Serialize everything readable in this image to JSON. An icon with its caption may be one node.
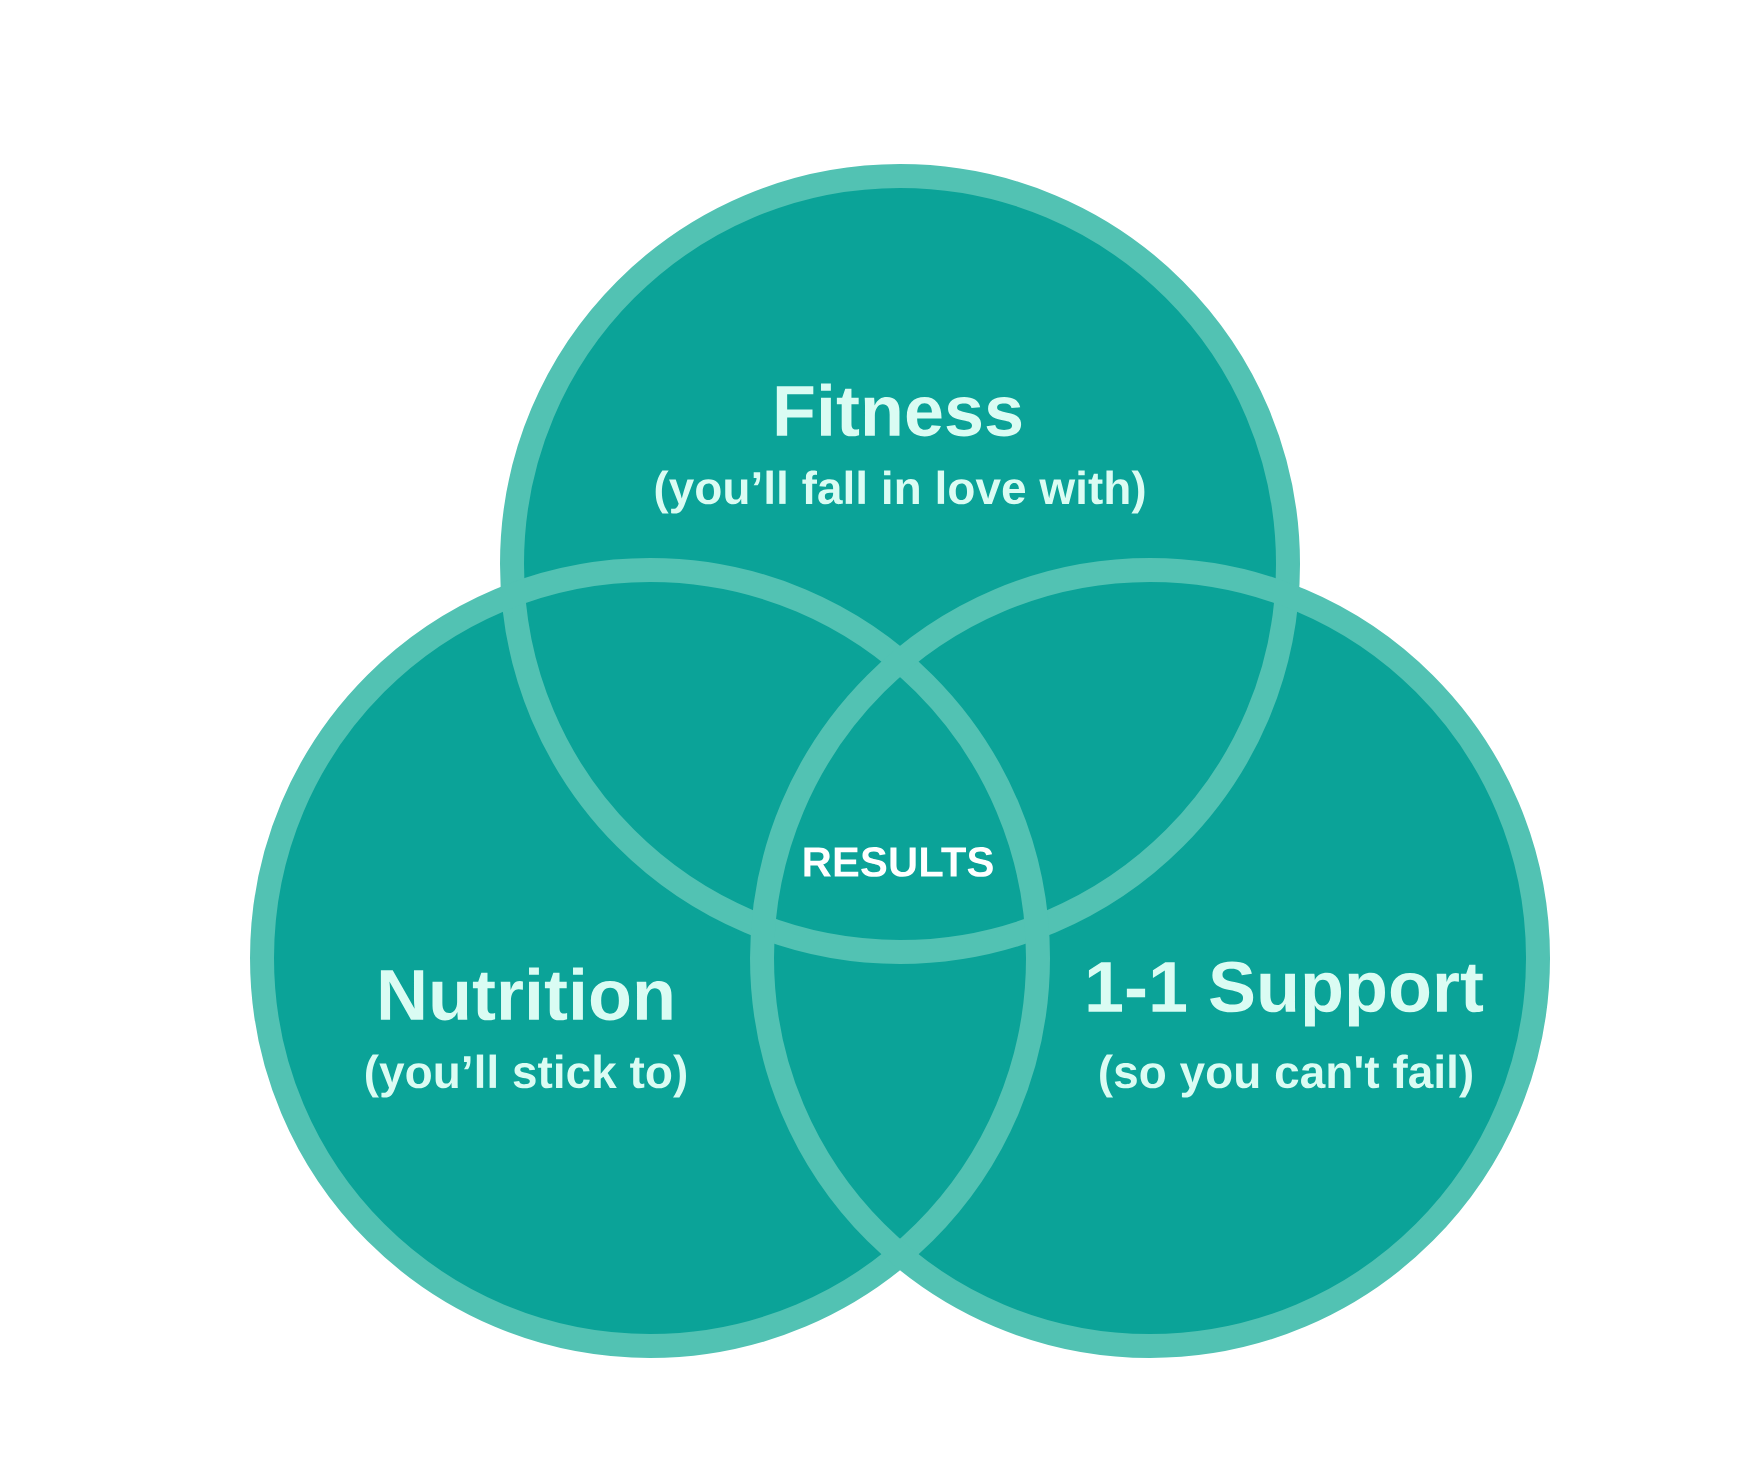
{
  "diagram": {
    "nodes": [
      {
        "text": [
          "Fitness",
          "(you’ll fall in love with)"
        ]
      },
      {
        "text": [
          "Nutrition",
          "(you’ll stick to)"
        ]
      },
      {
        "text": [
          "1-1 Support",
          "(so you can't fail)"
        ]
      }
    ],
    "labels": [
      "RESULTS"
    ]
  }
}
